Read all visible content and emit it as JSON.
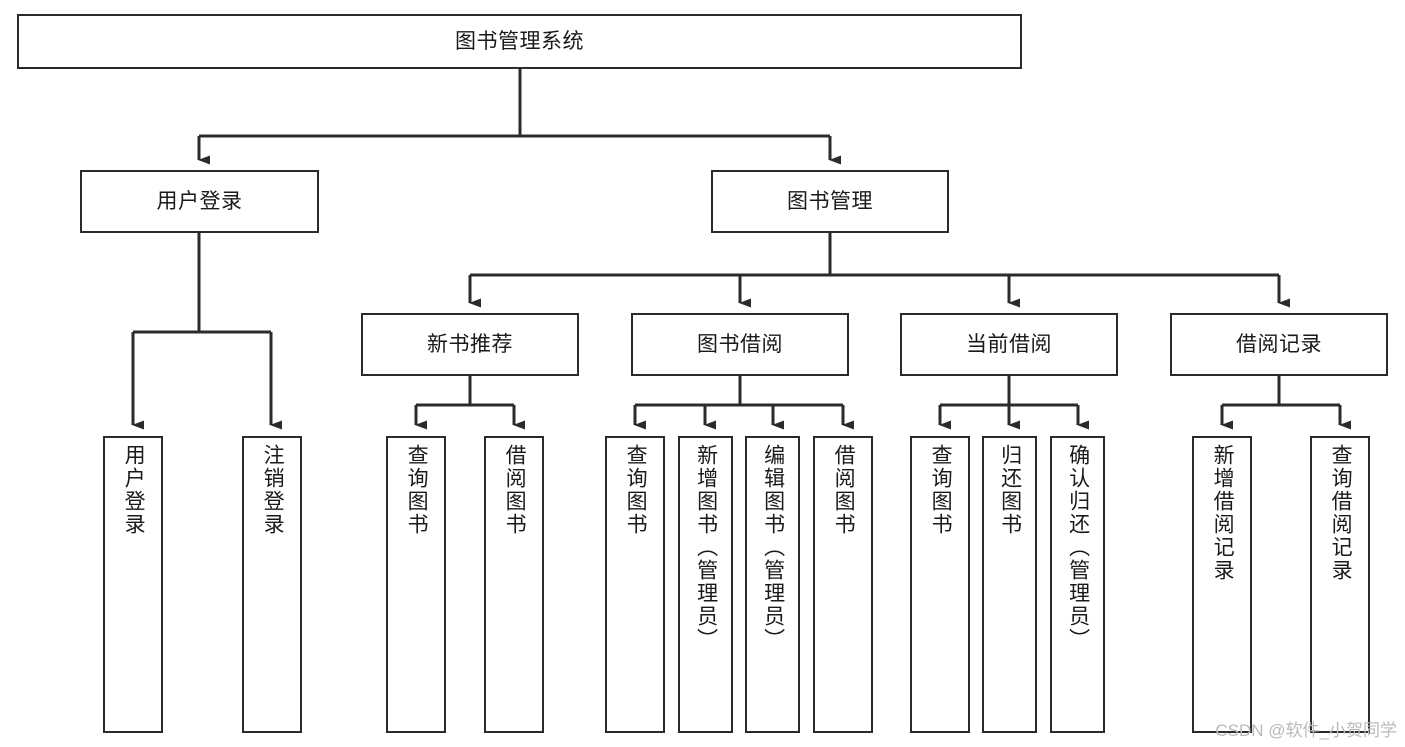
{
  "diagram": {
    "type": "tree-hierarchy",
    "title": "图书管理系统",
    "watermark": "CSDN @软件_小贺同学",
    "colors": {
      "stroke": "#2b2b2b",
      "fill": "#ffffff",
      "text": "#1a1a1a",
      "watermark": "#b9b9b9"
    },
    "nodes": {
      "root": {
        "label": "图书管理系统",
        "level": 1,
        "orientation": "horizontal"
      },
      "l2": [
        {
          "id": "user-login",
          "label": "用户登录",
          "orientation": "horizontal"
        },
        {
          "id": "book-management",
          "label": "图书管理",
          "orientation": "horizontal"
        }
      ],
      "l3": [
        {
          "id": "new-book-recommend",
          "label": "新书推荐",
          "orientation": "horizontal",
          "parent": "book-management"
        },
        {
          "id": "book-borrow",
          "label": "图书借阅",
          "orientation": "horizontal",
          "parent": "book-management"
        },
        {
          "id": "current-borrow",
          "label": "当前借阅",
          "orientation": "horizontal",
          "parent": "book-management"
        },
        {
          "id": "borrow-record",
          "label": "借阅记录",
          "orientation": "horizontal",
          "parent": "book-management"
        }
      ],
      "leaves": [
        {
          "id": "leaf-user-login",
          "label": "用户登录",
          "parent": "user-login"
        },
        {
          "id": "leaf-user-logout",
          "label": "注销登录",
          "parent": "user-login"
        },
        {
          "id": "leaf-query-book-1",
          "label": "查询图书",
          "parent": "new-book-recommend"
        },
        {
          "id": "leaf-borrow-book-1",
          "label": "借阅图书",
          "parent": "new-book-recommend"
        },
        {
          "id": "leaf-query-book-2",
          "label": "查询图书",
          "parent": "book-borrow"
        },
        {
          "id": "leaf-add-book",
          "label": "新增图书（管理员）",
          "parent": "book-borrow"
        },
        {
          "id": "leaf-edit-book",
          "label": "编辑图书（管理员）",
          "parent": "book-borrow"
        },
        {
          "id": "leaf-borrow-book-2",
          "label": "借阅图书",
          "parent": "book-borrow"
        },
        {
          "id": "leaf-query-book-3",
          "label": "查询图书",
          "parent": "current-borrow"
        },
        {
          "id": "leaf-return-book",
          "label": "归还图书",
          "parent": "current-borrow"
        },
        {
          "id": "leaf-confirm-return",
          "label": "确认归还（管理员）",
          "parent": "current-borrow"
        },
        {
          "id": "leaf-add-record",
          "label": "新增借阅记录",
          "parent": "borrow-record"
        },
        {
          "id": "leaf-query-record",
          "label": "查询借阅记录",
          "parent": "borrow-record"
        }
      ]
    }
  }
}
